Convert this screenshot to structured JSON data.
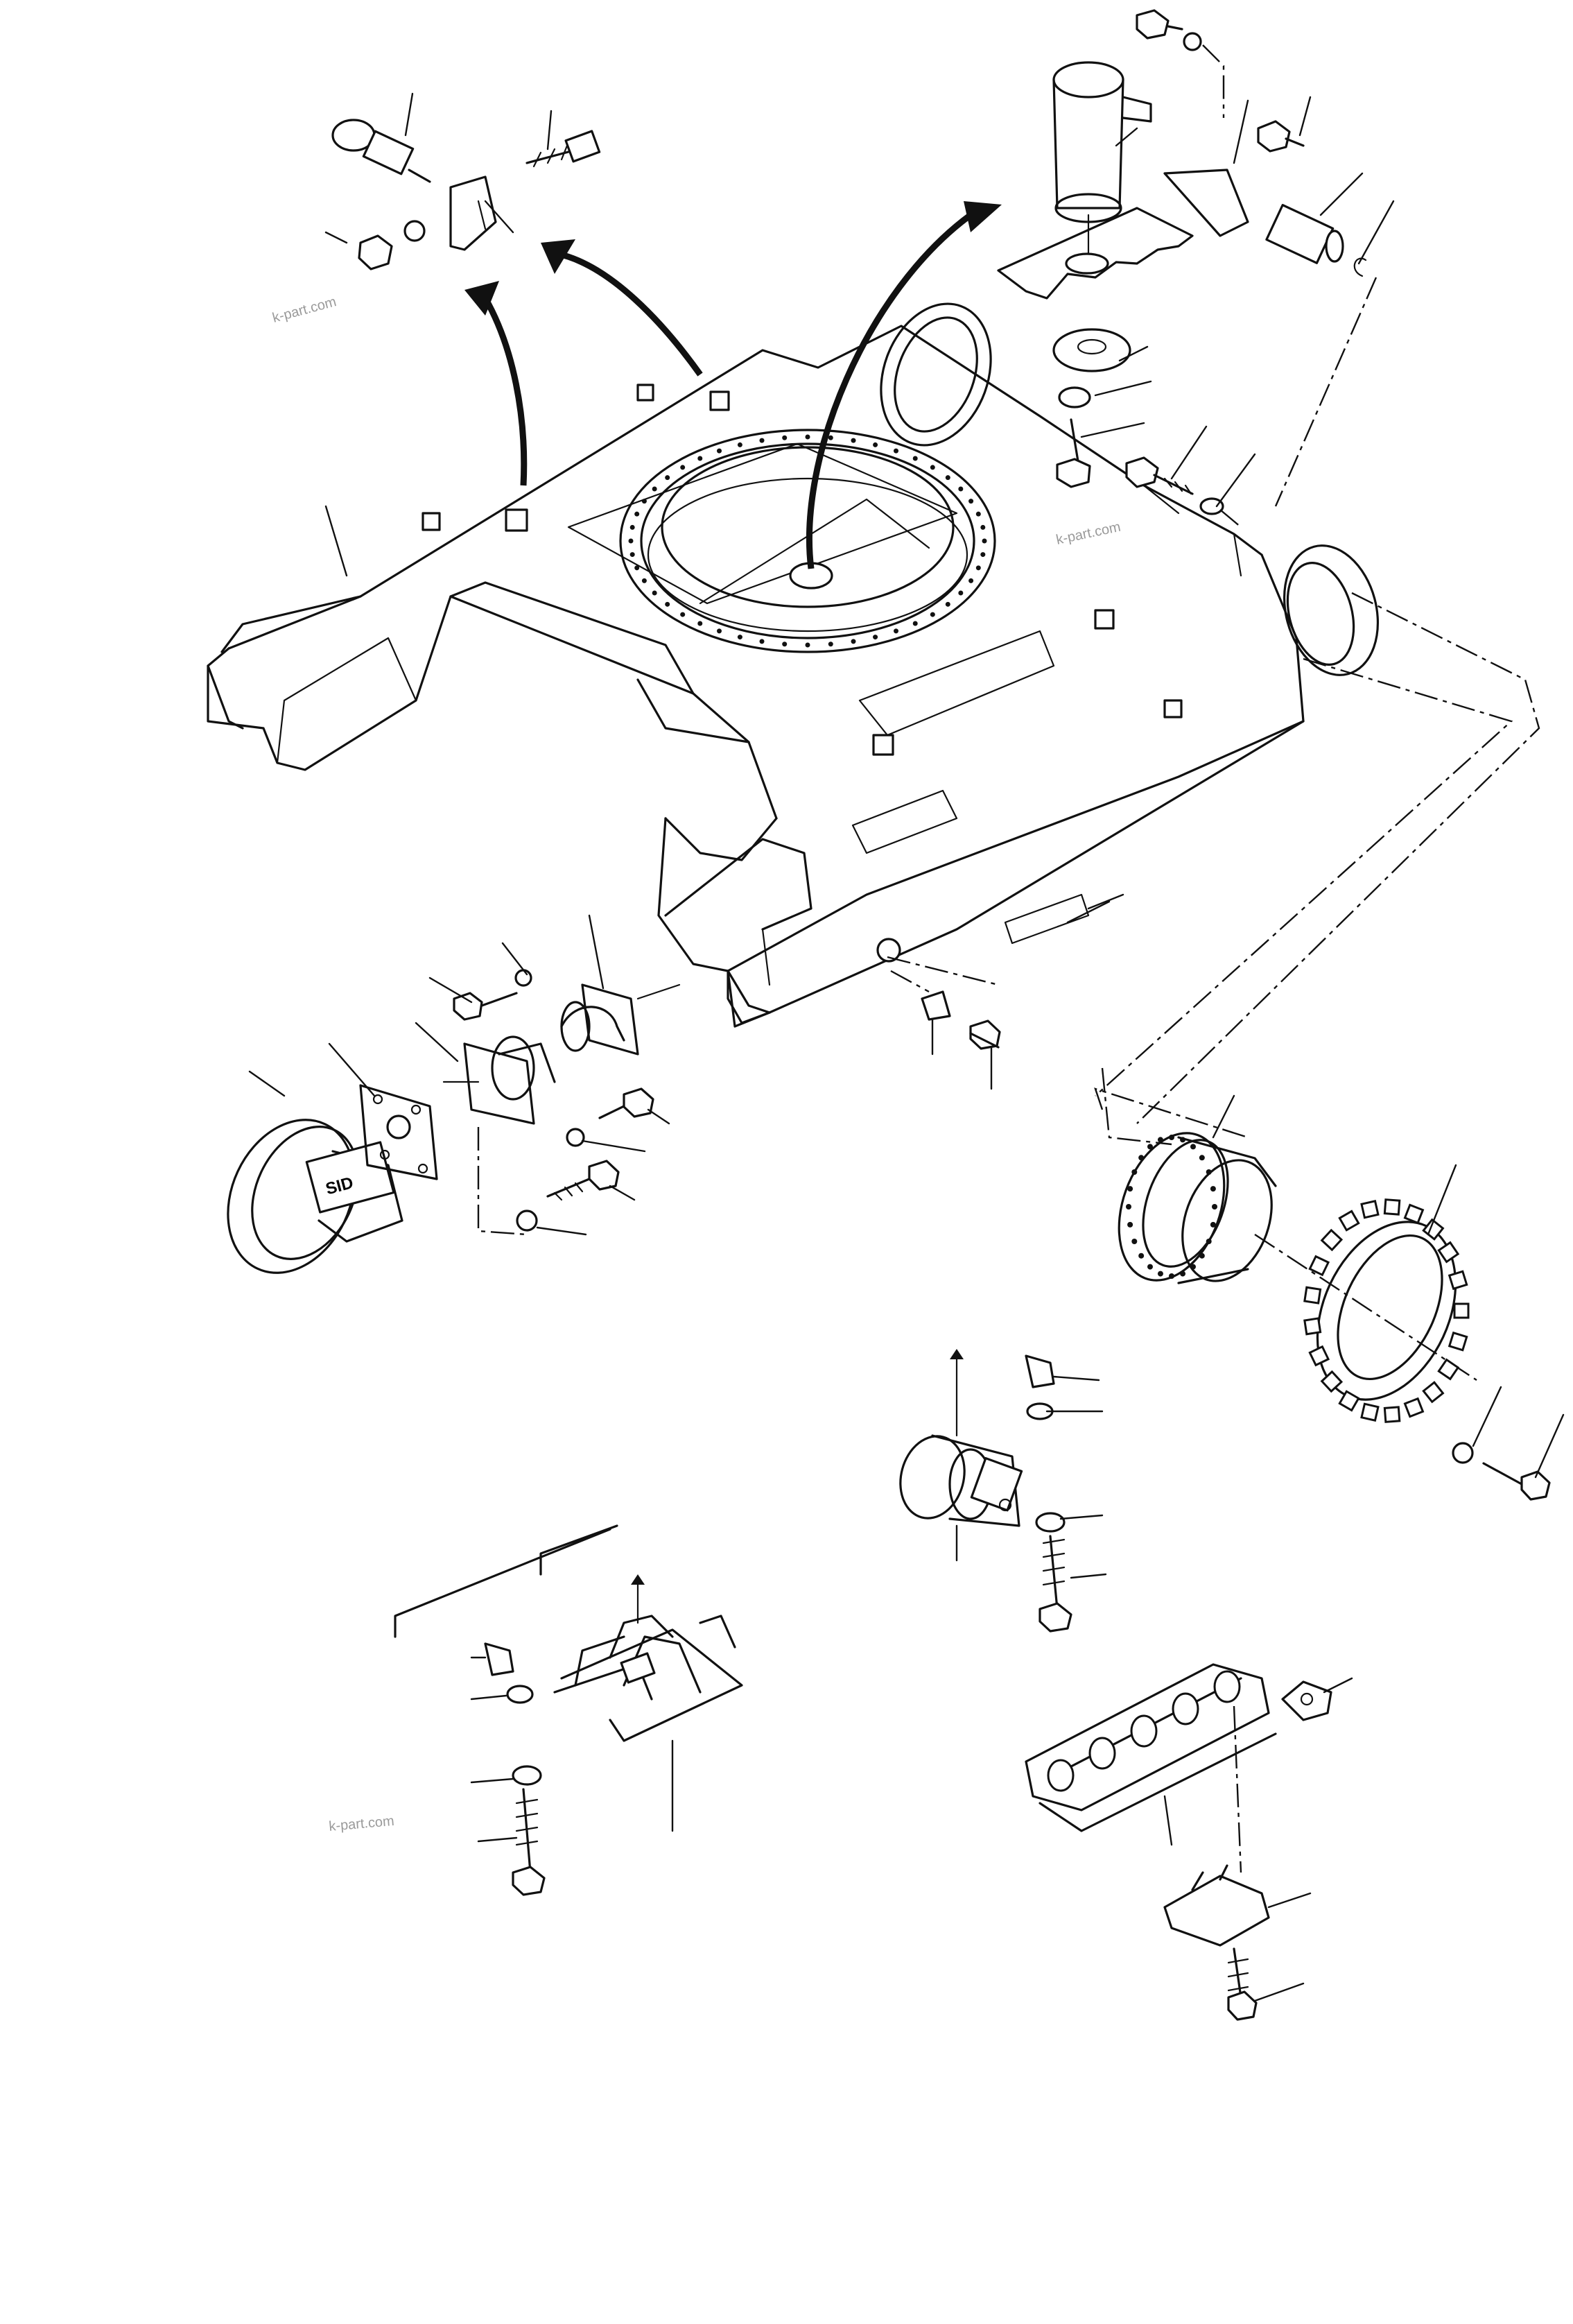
{
  "watermarks": [
    {
      "id": "wm1",
      "text": "k-part.com"
    },
    {
      "id": "wm2",
      "text": "k-part.com"
    },
    {
      "id": "wm3",
      "text": "k-part.com"
    }
  ],
  "idler_marking": "SID"
}
